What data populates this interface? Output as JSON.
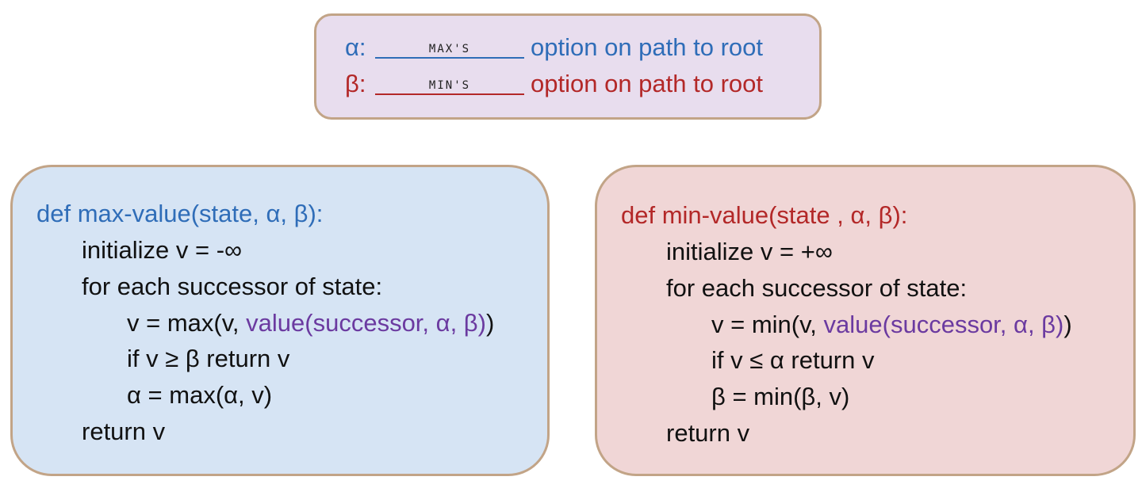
{
  "definitions": {
    "alpha": {
      "symbol": "α:",
      "handwritten": "MAX'S",
      "text": "option on path to root"
    },
    "beta": {
      "symbol": "β:",
      "handwritten": "MIN'S",
      "text": "option on path to root"
    }
  },
  "max_value": {
    "header": "def max-value(state, α, β):",
    "line1": "initialize v = -∞",
    "line2": "for each successor of state:",
    "line3_prefix": "v = max(v, ",
    "line3_call": "value(successor, α, β)",
    "line3_suffix": ")",
    "line4": "if v ≥ β return v",
    "line5": "α = max(α, v)",
    "line6": "return v"
  },
  "min_value": {
    "header": "def min-value(state , α, β):",
    "line1": "initialize v = +∞",
    "line2": "for each successor of state:",
    "line3_prefix": "v = min(v, ",
    "line3_call": "value(successor, α, β)",
    "line3_suffix": ")",
    "line4": "if v ≤ α return v",
    "line5": "β = min(β, v)",
    "line6": "return v"
  },
  "colors": {
    "alpha_blue": "#2f6db8",
    "beta_red": "#b32828",
    "call_purple": "#6b3aa0",
    "def_box_bg": "#e8ddee",
    "max_box_bg": "#d6e4f4",
    "min_box_bg": "#f0d6d6",
    "border": "#c2a487"
  }
}
